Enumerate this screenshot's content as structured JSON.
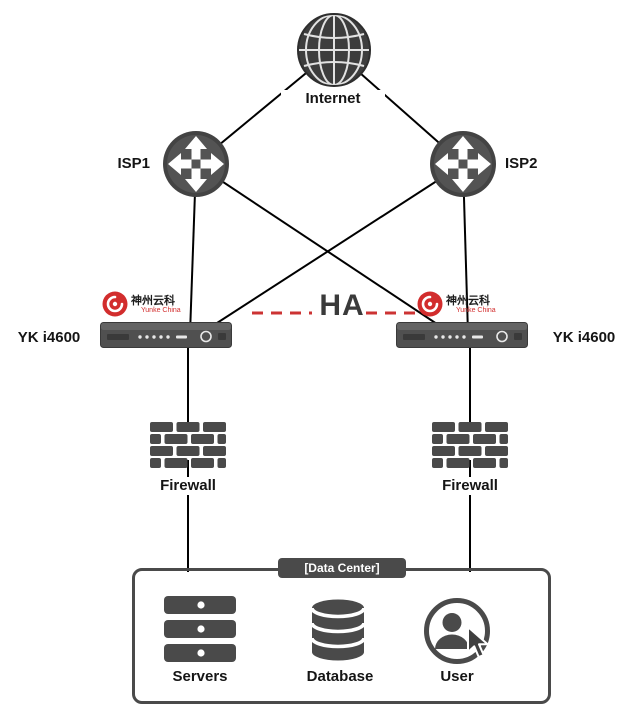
{
  "diagram": {
    "nodes": {
      "internet": {
        "label": "Internet"
      },
      "isp1": {
        "label": "ISP1"
      },
      "isp2": {
        "label": "ISP2"
      },
      "lb_left": {
        "label": "YK i4600",
        "vendor_cn": "神州云科",
        "vendor_en": "Yunke China"
      },
      "lb_right": {
        "label": "YK i4600",
        "vendor_cn": "神州云科",
        "vendor_en": "Yunke China"
      },
      "ha_link": {
        "label": "HA"
      },
      "firewall_left": {
        "label": "Firewall"
      },
      "firewall_right": {
        "label": "Firewall"
      },
      "datacenter": {
        "label": "[Data Center]"
      },
      "servers": {
        "label": "Servers"
      },
      "database": {
        "label": "Database"
      },
      "user": {
        "label": "User"
      }
    },
    "colors": {
      "line": "#000000",
      "ha_dashed": "#cc3333",
      "node_gray": "#4a4a4a",
      "logo_red": "#d22d2d"
    }
  }
}
